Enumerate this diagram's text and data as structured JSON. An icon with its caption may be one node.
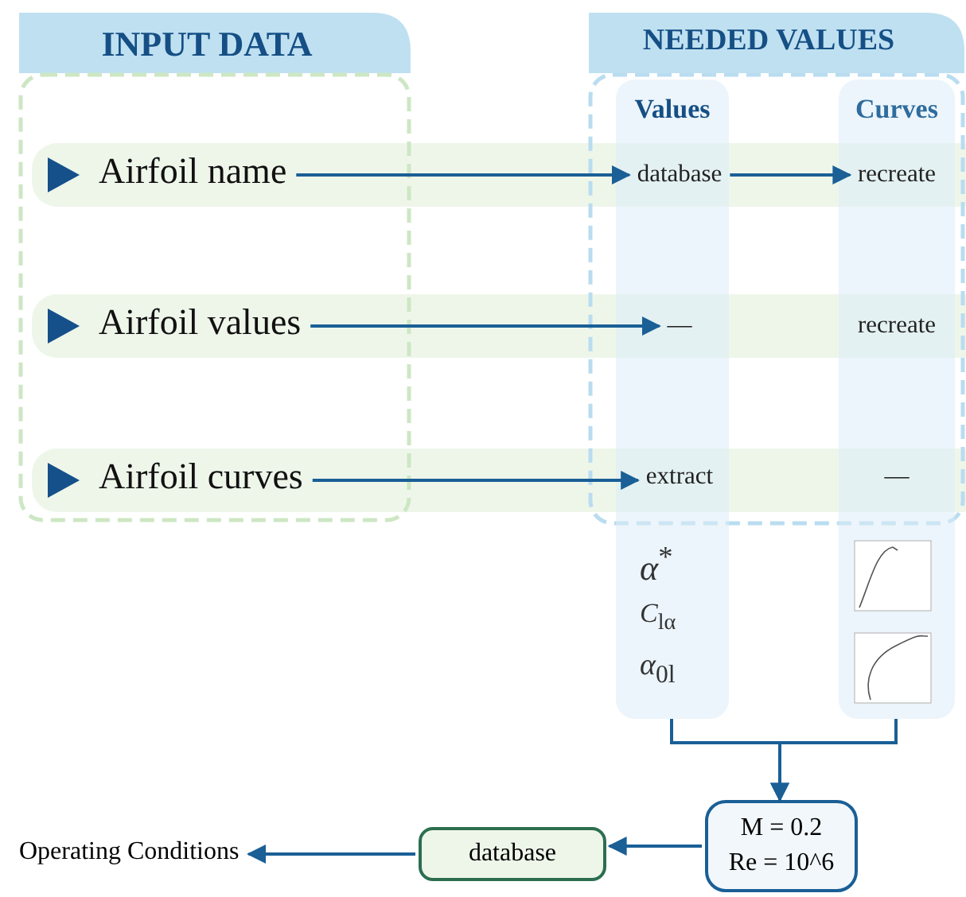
{
  "diagram": {
    "nodes": [
      {
        "text": [
          "INPUT DATA"
        ]
      },
      {
        "text": [
          "NEEDED VALUES"
        ]
      },
      {
        "text": [
          "Values"
        ]
      },
      {
        "text": [
          "Curves"
        ]
      },
      {
        "text": [
          "Airfoil name"
        ],
        "in": 0
      },
      {
        "text": [
          "database"
        ],
        "in": 2
      },
      {
        "text": [
          "recreate"
        ],
        "in": 3
      },
      {
        "text": [
          "Airfoil values"
        ],
        "in": 0
      },
      {
        "text": [
          "—"
        ],
        "in": 2
      },
      {
        "text": [
          "recreate"
        ],
        "in": 3
      },
      {
        "text": [
          "Airfoil curves"
        ],
        "in": 0
      },
      {
        "text": [
          "extract"
        ],
        "in": 2
      },
      {
        "text": [
          "—"
        ],
        "in": 3
      },
      {
        "text": [
          "M = 0.2",
          "Re = 10^6"
        ]
      },
      {
        "text": [
          "database"
        ]
      },
      {
        "text": [
          "Operating Conditions"
        ]
      }
    ],
    "edges": [
      {
        "from": 4,
        "to": 5,
        "arrow": "to"
      },
      {
        "from": 5,
        "to": 6,
        "arrow": "to"
      },
      {
        "from": 7,
        "to": 8,
        "arrow": "to"
      },
      {
        "from": 10,
        "to": 11,
        "arrow": "to"
      },
      {
        "from": 2,
        "to": 13,
        "arrow": "to"
      },
      {
        "from": 3,
        "to": 13,
        "arrow": "to"
      },
      {
        "from": 13,
        "to": 14,
        "arrow": "to"
      },
      {
        "from": 14,
        "to": 15,
        "arrow": "to"
      }
    ],
    "labels": [
      "*α*$^{*}$",
      "*C*$_{lα}$",
      "*α*$_{0l}$"
    ]
  }
}
